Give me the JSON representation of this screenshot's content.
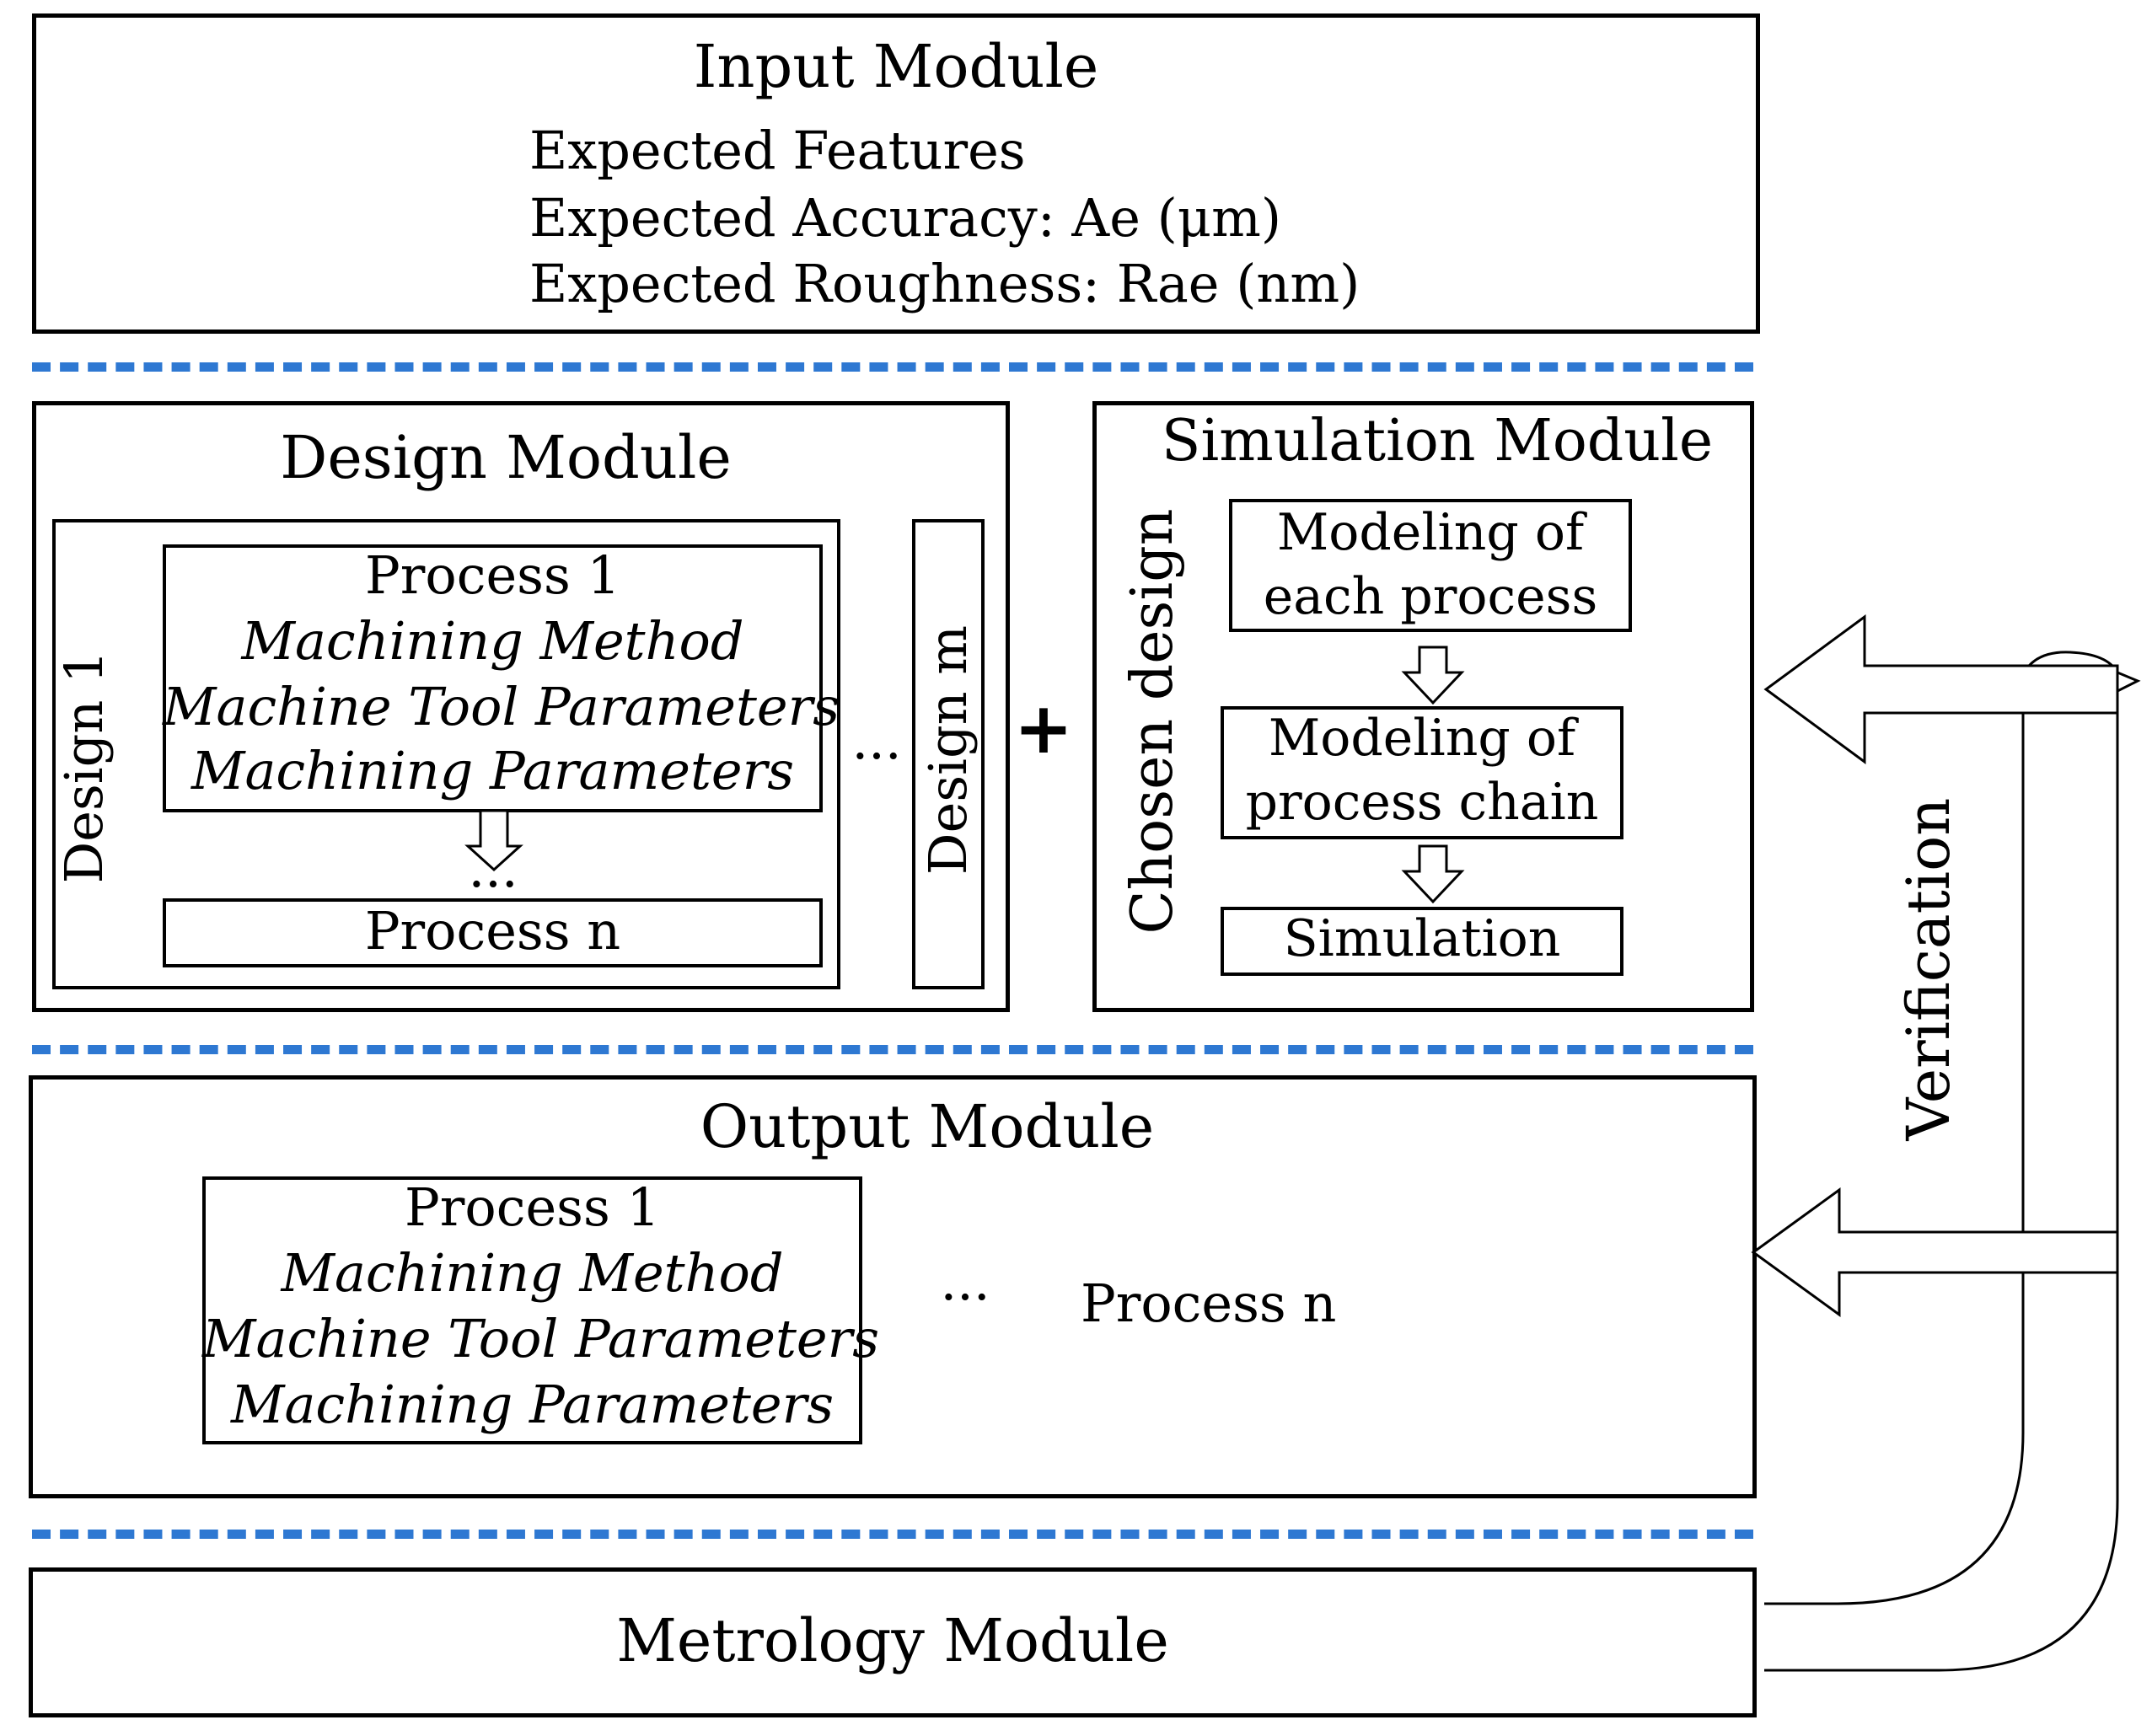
{
  "colors": {
    "separator": "#2e78d2",
    "stroke": "#000000",
    "background": "#ffffff"
  },
  "input_module": {
    "title": "Input Module",
    "lines": [
      "Expected Features",
      "Expected Accuracy: Ae (μm)",
      "Expected Roughness: Rae (nm)"
    ]
  },
  "design_module": {
    "title": "Design Module",
    "design_first_label": "Design 1",
    "design_last_label": "Design m",
    "between_designs": "...",
    "process_first": {
      "title": "Process 1",
      "lines": [
        "Machining Method",
        "Machine Tool Parameters",
        "Machining Parameters"
      ]
    },
    "process_ellipsis": "...",
    "process_last": "Process n"
  },
  "plus_sign": "+",
  "simulation_module": {
    "title": "Simulation Module",
    "side_label": "Chosen design",
    "step_each": [
      "Modeling of",
      "each process"
    ],
    "step_chain": [
      "Modeling of",
      "process chain"
    ],
    "step_sim": "Simulation"
  },
  "output_module": {
    "title": "Output Module",
    "process_first": {
      "title": "Process 1",
      "lines": [
        "Machining Method",
        "Machine Tool Parameters",
        "Machining Parameters"
      ]
    },
    "ellipsis": "...",
    "process_last": "Process n"
  },
  "metrology_module": {
    "title": "Metrology Module"
  },
  "verification_label": "Verification",
  "icons": [
    "down-arrow-icon",
    "left-arrow-icon"
  ]
}
